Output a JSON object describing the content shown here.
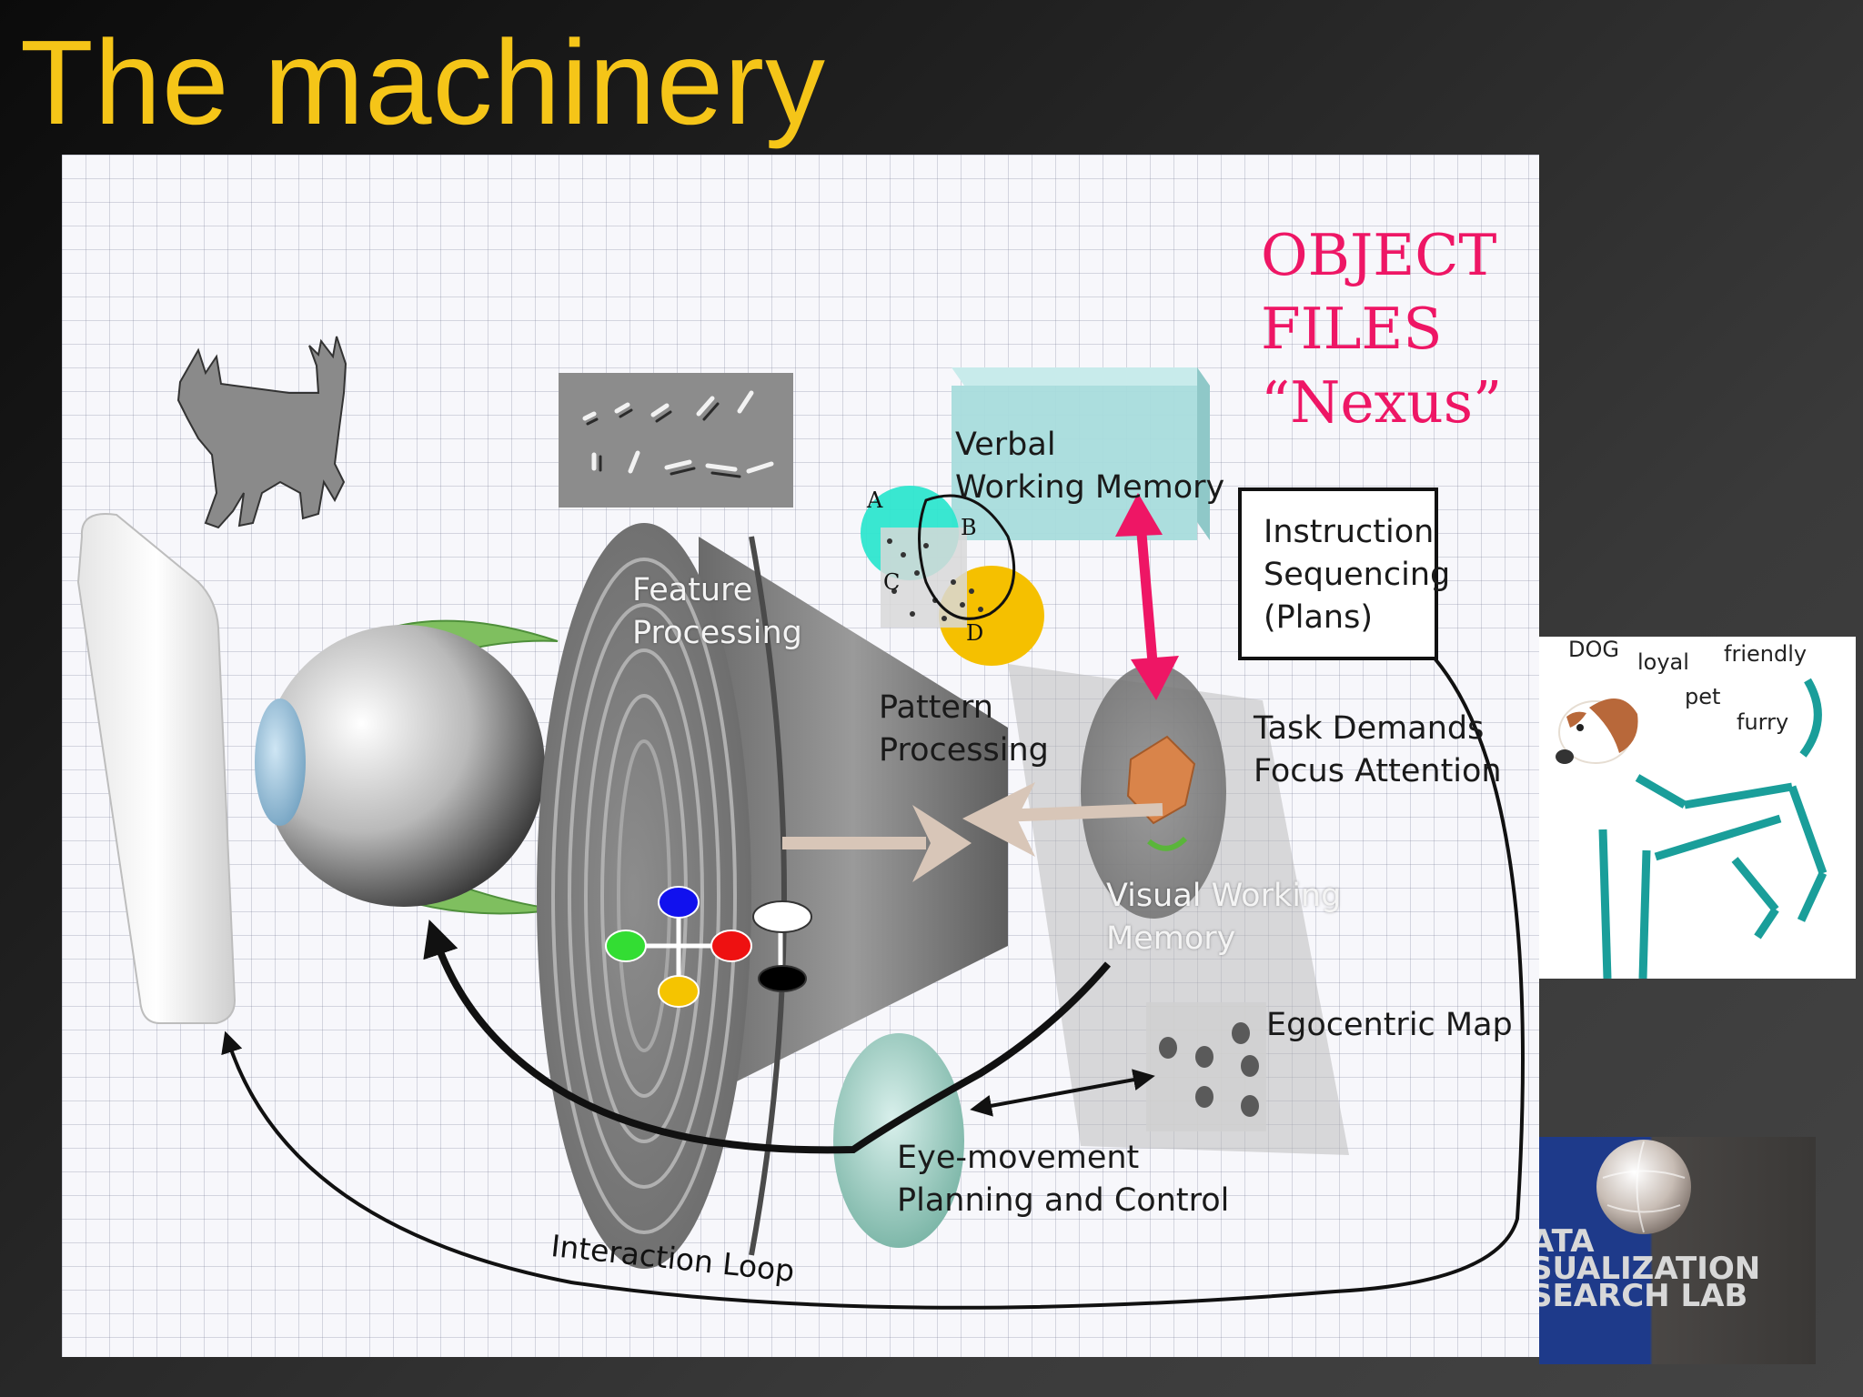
{
  "slide": {
    "title": "The machinery"
  },
  "labels": {
    "feature_processing": [
      "Feature",
      "Processing"
    ],
    "pattern_processing": [
      "Pattern",
      "Processing"
    ],
    "verbal_working_memory": [
      "Verbal",
      "Working Memory"
    ],
    "instruction_sequencing": [
      "Instruction",
      "Sequencing",
      "(Plans)"
    ],
    "task_demands": [
      "Task Demands",
      "Focus Attention"
    ],
    "visual_working_memory": [
      "Visual Working",
      "Memory"
    ],
    "egocentric_map": "Egocentric Map",
    "eye_movement": [
      "Eye-movement",
      "Planning and Control"
    ],
    "interaction_loop": "Interaction Loop",
    "object_files": [
      "OBJECT",
      "FILES",
      "“Nexus”"
    ]
  },
  "venn_letters": [
    "A",
    "B",
    "C",
    "D"
  ],
  "dog_concept": {
    "words": [
      "DOG",
      "loyal",
      "friendly",
      "pet",
      "furry"
    ]
  },
  "logo": {
    "lines": [
      "ATA",
      "SUALIZATION",
      "SEARCH LAB"
    ]
  },
  "colors": {
    "title": "#f5c518",
    "object_files": "#ee1665",
    "arrow_pink": "#ee1665",
    "dog_stick": "#1a9e9a",
    "verbal_box": "#a8dcdc",
    "feature_dots": [
      "#1111ee",
      "#33dd33",
      "#ee1111",
      "#f5c400",
      "#ffffff",
      "#000000"
    ]
  }
}
